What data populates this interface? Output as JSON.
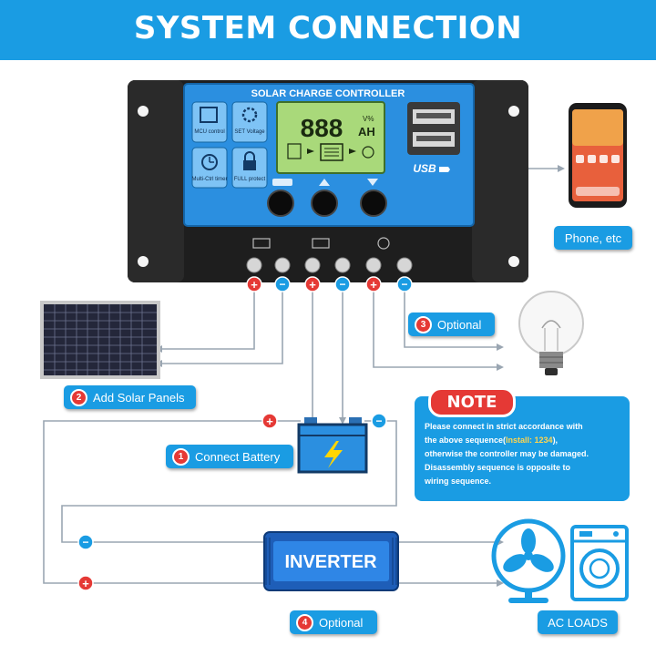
{
  "header": {
    "title": "SYSTEM CONNECTION"
  },
  "controller": {
    "title": "SOLAR CHARGE CONTROLLER",
    "lcd_digits": "888",
    "lcd_percent": "V%",
    "lcd_unit": "AH",
    "buttons": [
      {
        "label": "MCU control"
      },
      {
        "label": "SET Voltage"
      },
      {
        "label": "Multi-Ctrl timer"
      },
      {
        "label": "FULL protect"
      }
    ],
    "usb_label": "USB"
  },
  "labels": {
    "phone": "Phone, etc",
    "optional_3": "Optional",
    "add_solar": "Add Solar Panels",
    "connect_battery": "Connect Battery",
    "inverter": "INVERTER",
    "optional_4": "Optional",
    "ac_loads": "AC LOADS"
  },
  "step_numbers": {
    "one": "1",
    "two": "2",
    "three": "3",
    "four": "4"
  },
  "note": {
    "badge": "NOTE",
    "line1": "Please connect in strict accordance with",
    "line2_pre": "the above sequence(",
    "line2_hl": "Install: 1234",
    "line2_post": "),",
    "line3": "otherwise the controller may be damaged.",
    "line4": "Disassembly sequence is opposite to",
    "line5": "wiring sequence."
  },
  "terminals": {
    "plus": "+",
    "minus": "−"
  },
  "colors": {
    "accent": "#1a9ce3",
    "red": "#e53935",
    "controller_body": "#1e1e1e",
    "lcd": "#a9d97a"
  }
}
